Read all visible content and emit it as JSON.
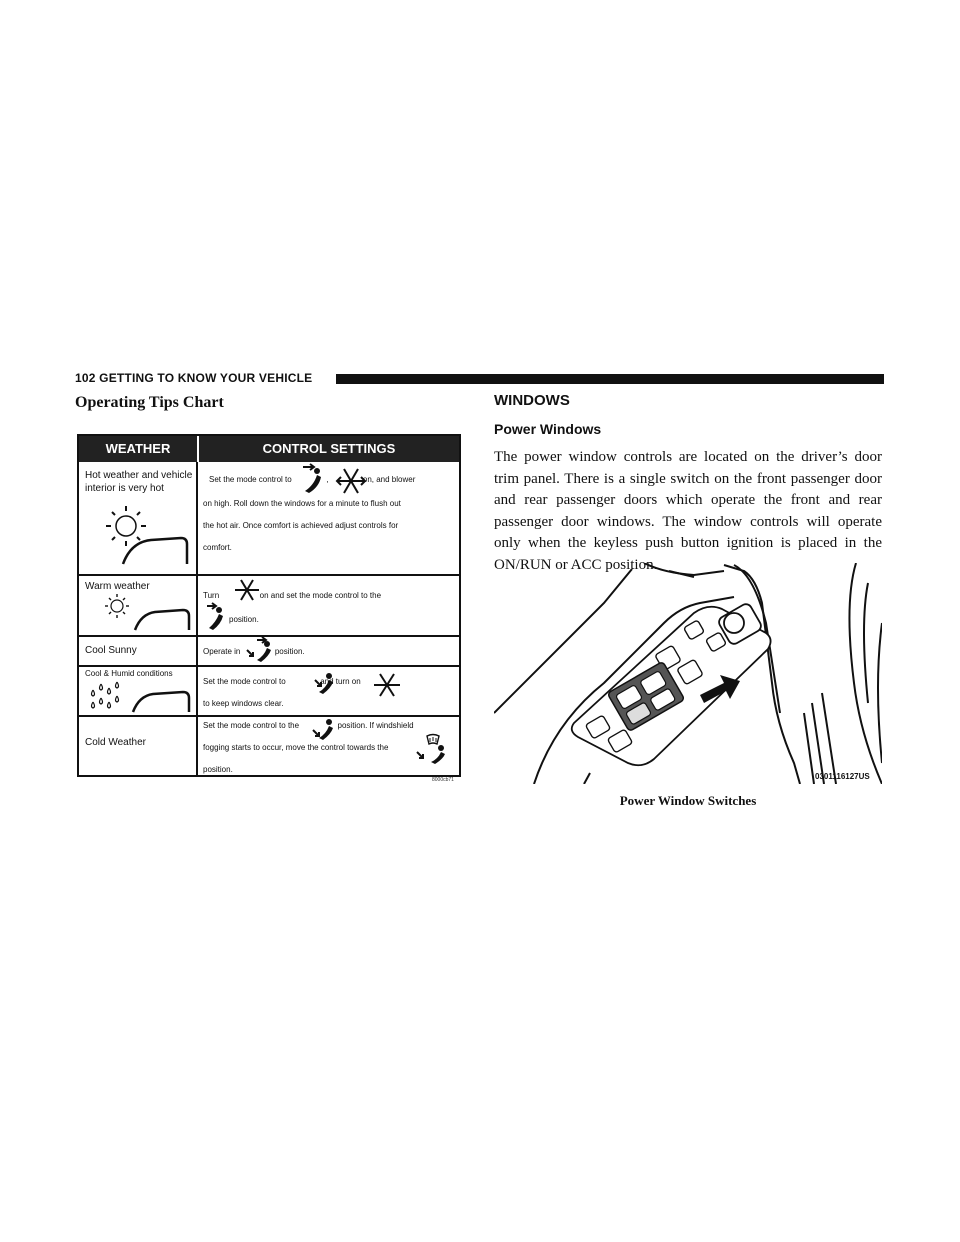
{
  "header": {
    "page_label": "102  GETTING TO KNOW YOUR VEHICLE"
  },
  "left": {
    "section_title": "Operating Tips Chart",
    "chart": {
      "col_weather": "WEATHER",
      "col_controls": "CONTROL SETTINGS",
      "rows": [
        {
          "weather": "Hot weather and vehicle interior is very hot",
          "control_a": "Set the mode control to",
          "control_sep": ",",
          "control_b": "on, and blower",
          "control_c": "on high. Roll down the windows for a minute to flush out",
          "control_d": "the hot air. Once comfort is achieved adjust controls for",
          "control_e": "comfort."
        },
        {
          "weather": "Warm weather",
          "control_a": "Turn",
          "control_b": "on and set the mode control to the",
          "control_c": "position."
        },
        {
          "weather": "Cool Sunny",
          "control_a": "Operate in",
          "control_b": "position."
        },
        {
          "weather": "Cool & Humid conditions",
          "control_a": "Set the mode control to",
          "control_b": "and turn on",
          "control_c": "to keep windows clear."
        },
        {
          "weather": "Cold Weather",
          "control_a": "Set the mode control to the",
          "control_b": "position. If windshield",
          "control_c": "fogging starts to occur, move the control towards the",
          "control_d": "position."
        }
      ],
      "code": "8000cb71"
    }
  },
  "right": {
    "section_title": "WINDOWS",
    "subsection_title": "Power Windows",
    "body": "The power window controls are located on the driver’s door trim panel. There is a single switch on the front passenger door and rear passenger doors which operate the front and rear passenger door windows. The window controls will operate only when the keyless push button ignition is placed in the ON/RUN or ACC position.",
    "figure_code": "0301116127US",
    "figure_caption": "Power Window Switches"
  }
}
